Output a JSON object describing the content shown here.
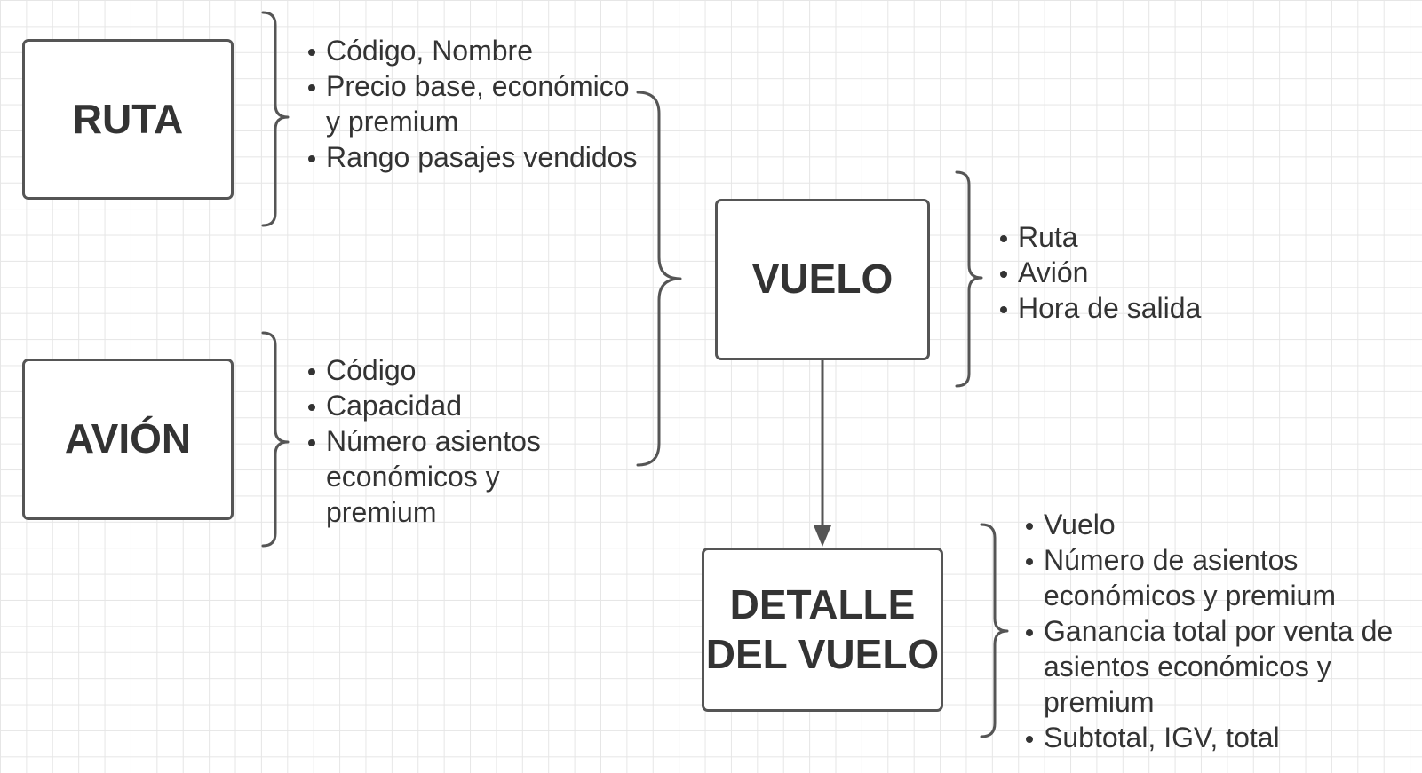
{
  "entities": {
    "ruta": {
      "title": "RUTA",
      "attributes": [
        "Código, Nombre",
        "Precio base, económico y premium",
        "Rango pasajes vendidos"
      ]
    },
    "avion": {
      "title": "AVIÓN",
      "attributes": [
        "Código",
        "Capacidad",
        "Número asientos económicos y premium"
      ]
    },
    "vuelo": {
      "title": "VUELO",
      "attributes": [
        "Ruta",
        "Avión",
        "Hora de salida"
      ]
    },
    "detalle": {
      "title": "DETALLE DEL VUELO",
      "attributes": [
        "Vuelo",
        "Número de asientos económicos y premium",
        "Ganancia total por venta de asientos económicos y premium",
        "Subtotal, IGV, total"
      ]
    }
  },
  "colors": {
    "border": "#555555",
    "text": "#333333",
    "grid": "#e6e6e6"
  }
}
